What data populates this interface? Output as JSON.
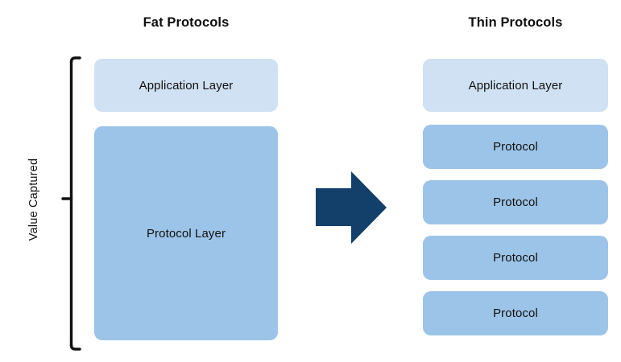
{
  "diagram": {
    "title_fat": "Fat Protocols",
    "title_thin": "Thin Protocols",
    "axis_label": "Value Captured",
    "arrow_icon": "right-arrow-icon",
    "bracket_icon": "left-curly-brace-icon",
    "background_color": "#ffffff",
    "colors": {
      "application_layer": "#cfe1f2",
      "protocol_layer": "#9cc4e8",
      "arrow": "#12406b",
      "bracket": "#111111",
      "text": "#111111",
      "title_text": "#0d0d0d"
    }
  },
  "fat_protocols": {
    "title": "Fat Protocols",
    "layers": [
      {
        "label": "Application Layer",
        "kind": "application"
      },
      {
        "label": "Protocol Layer",
        "kind": "protocol"
      }
    ]
  },
  "thin_protocols": {
    "title": "Thin Protocols",
    "layers": [
      {
        "label": "Application Layer",
        "kind": "application"
      },
      {
        "label": "Protocol",
        "kind": "protocol"
      },
      {
        "label": "Protocol",
        "kind": "protocol"
      },
      {
        "label": "Protocol",
        "kind": "protocol"
      },
      {
        "label": "Protocol",
        "kind": "protocol"
      }
    ]
  }
}
